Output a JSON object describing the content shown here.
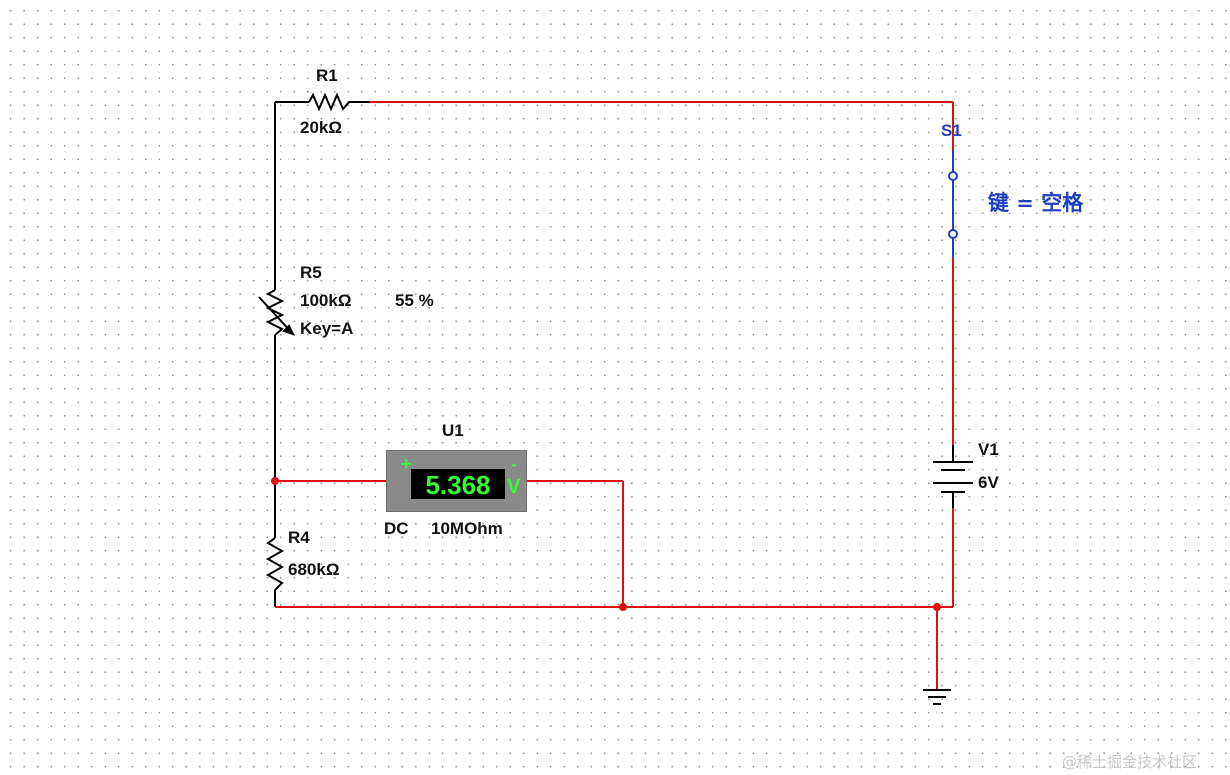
{
  "components": {
    "r1": {
      "ref": "R1",
      "value": "20kΩ"
    },
    "r5": {
      "ref": "R5",
      "value": "100kΩ",
      "setting": "55 %",
      "key": "Key=A"
    },
    "r4": {
      "ref": "R4",
      "value": "680kΩ"
    },
    "s1": {
      "ref": "S1",
      "key": "键 = 空格"
    },
    "v1": {
      "ref": "V1",
      "value": "6V"
    },
    "u1": {
      "ref": "U1",
      "reading": "5.368",
      "unit": "V",
      "plus": "+",
      "minus": "-",
      "mode": "DC",
      "resistance": "10MOhm"
    }
  },
  "colors": {
    "wire": "#e01010",
    "component": "#000000",
    "switch": "#1f3fbf",
    "meter_display": "#33ff33",
    "meter_body": "#8a8a8a"
  },
  "watermark": "@稀土掘金技术社区"
}
